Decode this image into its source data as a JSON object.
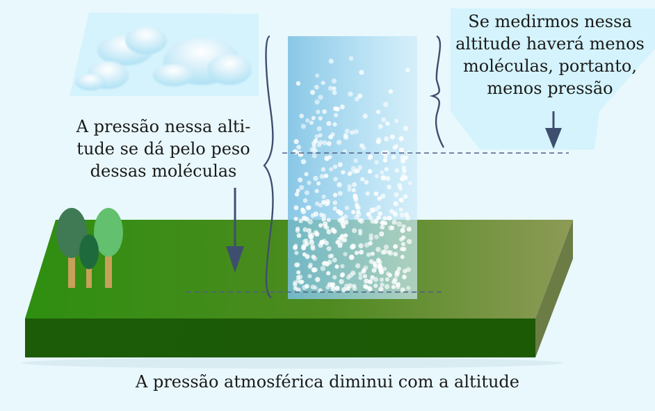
{
  "caption": "A pressão atmosférica diminui com a altitude",
  "left_note": {
    "lines": [
      "A pressão nessa alti-",
      "tude se dá pelo peso",
      "dessas moléculas"
    ]
  },
  "right_note": {
    "lines": [
      "Se medirmos nessa",
      "altitude haverá menos",
      "moléculas, portanto,",
      "menos pressão"
    ]
  },
  "colors": {
    "sky": "#e9f8fd",
    "sky_panel": "#d2f2fb",
    "grass_left": "#2e8f10",
    "grass_right": "#8c9a55",
    "ground_front": "#1d5a08",
    "column": "#8fcfe8",
    "arrow": "#3e4e6e",
    "brace": "#3e4e6e",
    "tree_dark": "#3f7a55",
    "tree_mid": "#1f6a3d",
    "tree_light": "#63c06e",
    "trunk": "#c8a05a"
  }
}
